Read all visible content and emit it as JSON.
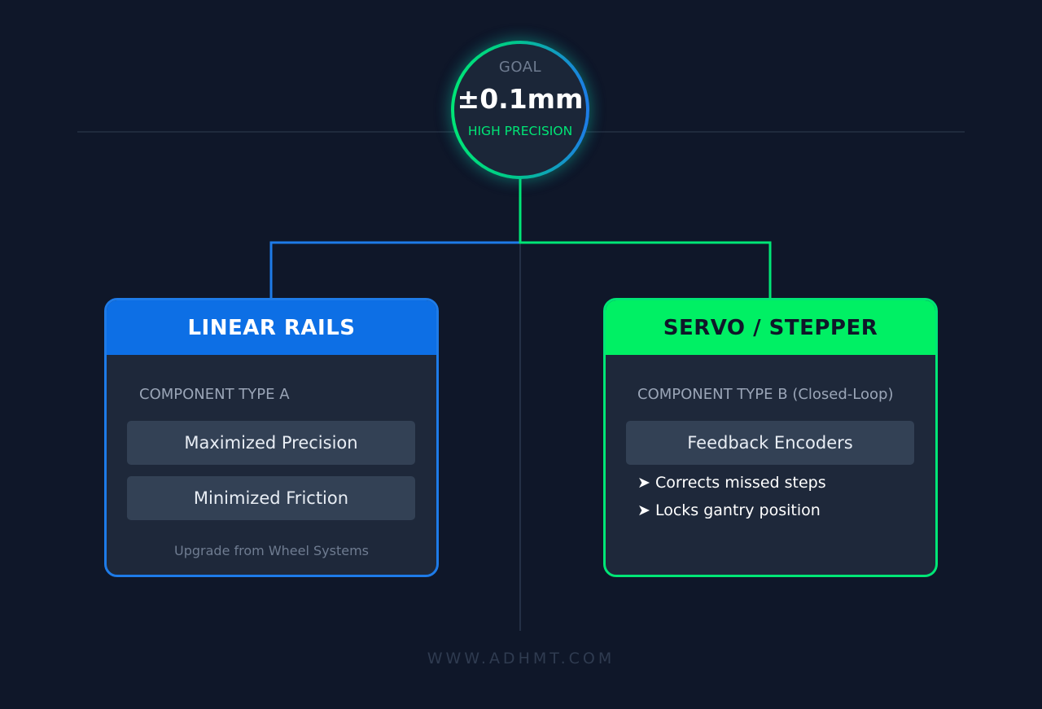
{
  "colors": {
    "background": "#0f1729",
    "blue_accent": "#1e7be8",
    "green_accent": "#00e676",
    "card_background": "#1e283a",
    "pill_background": "#334155"
  },
  "goal": {
    "label": "GOAL",
    "value": "±0.1mm",
    "subtitle": "HIGH PRECISION"
  },
  "component_a": {
    "title": "LINEAR RAILS",
    "type_label": "COMPONENT TYPE A",
    "features": [
      "Maximized Precision",
      "Minimized Friction"
    ],
    "note": "Upgrade from Wheel Systems"
  },
  "component_b": {
    "title": "SERVO / STEPPER",
    "type_label": "COMPONENT TYPE B (Closed-Loop)",
    "feature": "Feedback Encoders",
    "bullets": [
      "➤ Corrects missed steps",
      "➤ Locks gantry position"
    ]
  },
  "footer": "WWW.ADHMT.COM"
}
